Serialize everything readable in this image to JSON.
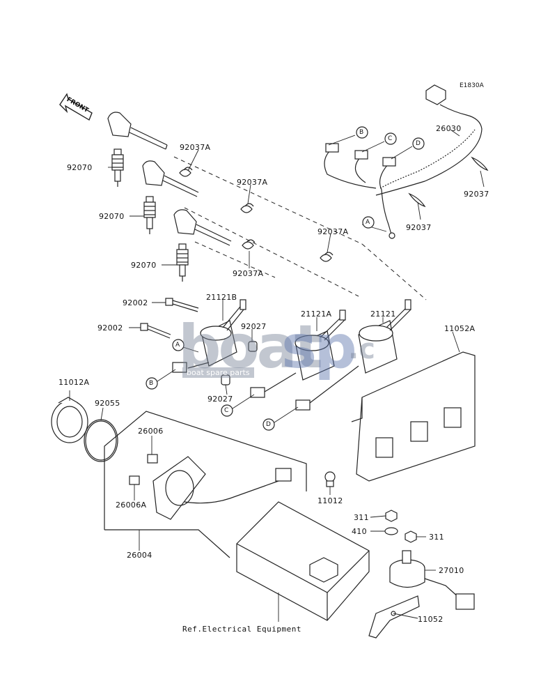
{
  "diagram_code": "E1830A",
  "front_label": "FRONT",
  "callouts": {
    "c26030": "26030",
    "c92037_top": "92037",
    "c92037_mid": "92037",
    "c92037A_1": "92037A",
    "c92037A_2": "92037A",
    "c92037A_3": "92037A",
    "c92037A_4": "92037A",
    "c92070_1": "92070",
    "c92070_2": "92070",
    "c92070_3": "92070",
    "c92002_1": "92002",
    "c92002_2": "92002",
    "c21121B": "21121B",
    "c21121A": "21121A",
    "c21121": "21121",
    "c92027_1": "92027",
    "c92027_2": "92027",
    "c11052A": "11052A",
    "c11012A": "11012A",
    "c92055": "92055",
    "c26006": "26006",
    "c26006A": "26006A",
    "c26004": "26004",
    "c11012": "11012",
    "c311_1": "311",
    "c311_2": "311",
    "c410": "410",
    "c27010": "27010",
    "c11052": "11052"
  },
  "connector_letters": {
    "a1": "A",
    "b1": "B",
    "c1": "C",
    "d1": "D",
    "a2": "A",
    "b2": "B",
    "c2": "C",
    "d2": "D"
  },
  "reference_note": "Ref.Electrical Equipment",
  "watermark": {
    "main": "boat",
    "accent": "sp",
    "suffix": ".c",
    "tagline": "boat spare parts"
  }
}
